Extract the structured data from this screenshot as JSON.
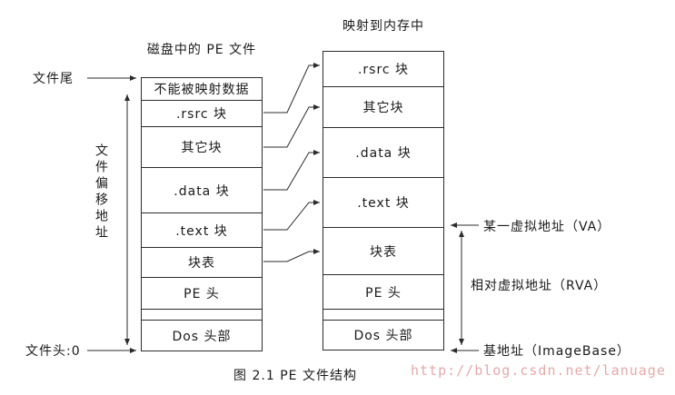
{
  "diagram": {
    "left_column": {
      "title": "磁盘中的 PE 文件",
      "rows": [
        "不能被映射数据",
        ".rsrc 块",
        "其它块",
        ".data 块",
        ".text 块",
        "块表",
        "PE 头",
        "",
        "Dos 头部"
      ]
    },
    "right_column": {
      "title": "映射到内存中",
      "rows": [
        ".rsrc 块",
        "其它块",
        ".data 块",
        ".text 块",
        "块表",
        "PE 头",
        "",
        "Dos 头部"
      ]
    },
    "left_labels": {
      "file_end": "文件尾",
      "file_offset": "文件偏移地址",
      "file_head": "文件头:0"
    },
    "right_labels": {
      "va": "某一虚拟地址（VA）",
      "rva": "相对虚拟地址（RVA）",
      "base": "基地址（ImageBase）"
    },
    "caption": "图 2.1   PE 文件结构",
    "watermark": "http://blog.csdn.net/lanuage",
    "colors": {
      "line": "#2b2b2b",
      "watermark": "#e09393"
    }
  }
}
